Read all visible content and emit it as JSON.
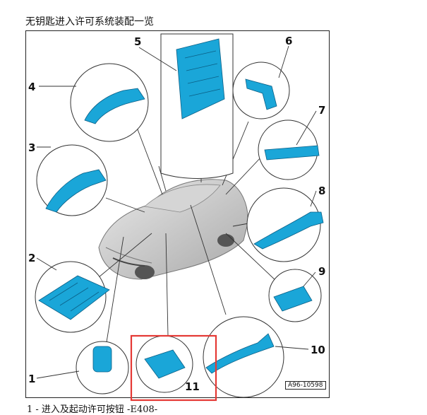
{
  "title": "无钥匙进入许可系统装配一览",
  "diagram": {
    "reference_code": "A96-10598",
    "callouts": [
      "1",
      "2",
      "3",
      "4",
      "5",
      "6",
      "7",
      "8",
      "9",
      "10",
      "11"
    ],
    "highlight_color": "#e53935",
    "part_color": "#1aa6d8",
    "highlighted_callout": "11"
  },
  "legend": {
    "item1": "1 - 进入及起动许可按钮 -E408-"
  }
}
